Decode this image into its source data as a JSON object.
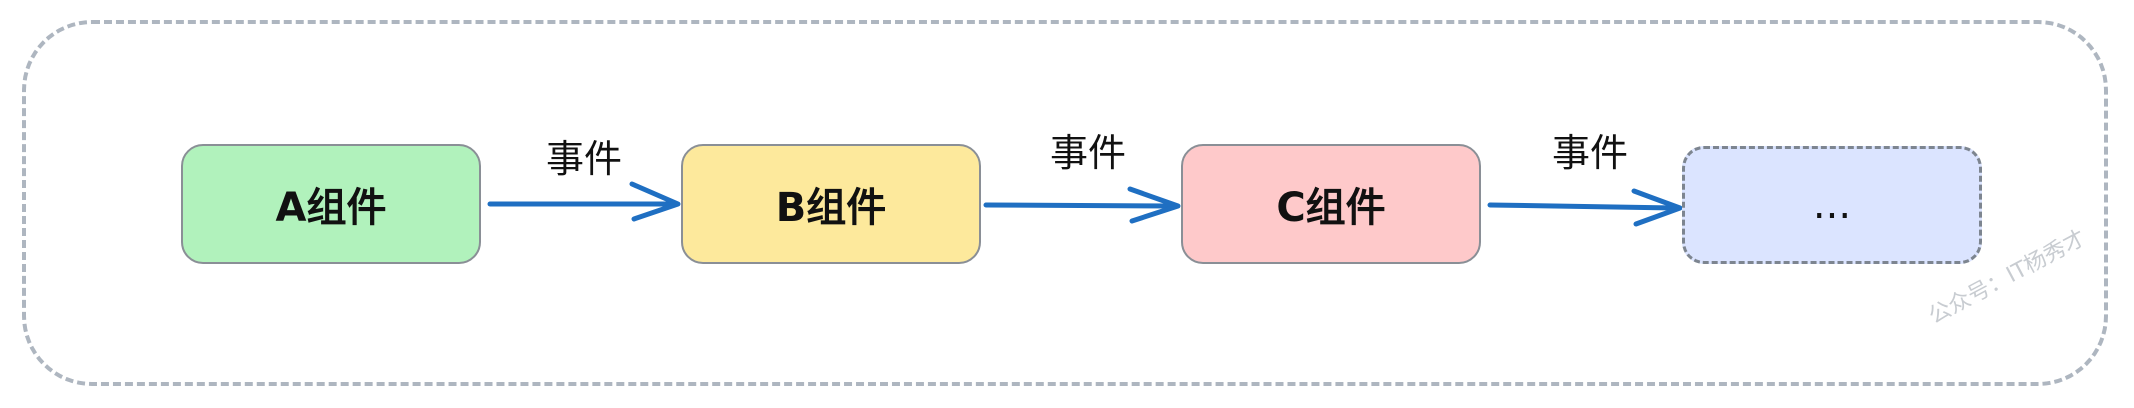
{
  "diagram": {
    "nodes": [
      {
        "id": "a",
        "label": "A组件",
        "fill": "#b1f2bc"
      },
      {
        "id": "b",
        "label": "B组件",
        "fill": "#fde99c"
      },
      {
        "id": "c",
        "label": "C组件",
        "fill": "#fec9ca"
      },
      {
        "id": "more",
        "label": "...",
        "fill": "#dbe4ff"
      }
    ],
    "edges": [
      {
        "from": "a",
        "to": "b",
        "label": "事件"
      },
      {
        "from": "b",
        "to": "c",
        "label": "事件"
      },
      {
        "from": "c",
        "to": "more",
        "label": "事件"
      }
    ],
    "arrow_color": "#1f6fc2",
    "frame_color": "#aeb6c0"
  },
  "watermark": "公众号：IT杨秀才"
}
